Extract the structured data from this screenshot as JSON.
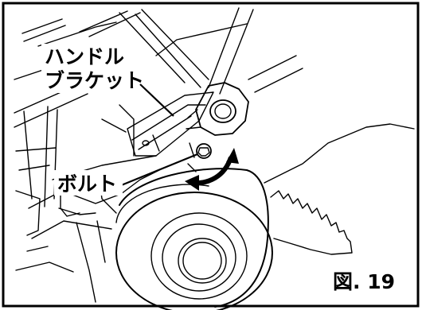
{
  "labels": {
    "handle_bracket_line1": "ハンドル",
    "handle_bracket_line2": "ブラケット",
    "bolt": "ボルト",
    "figure_number": "図. 19"
  }
}
